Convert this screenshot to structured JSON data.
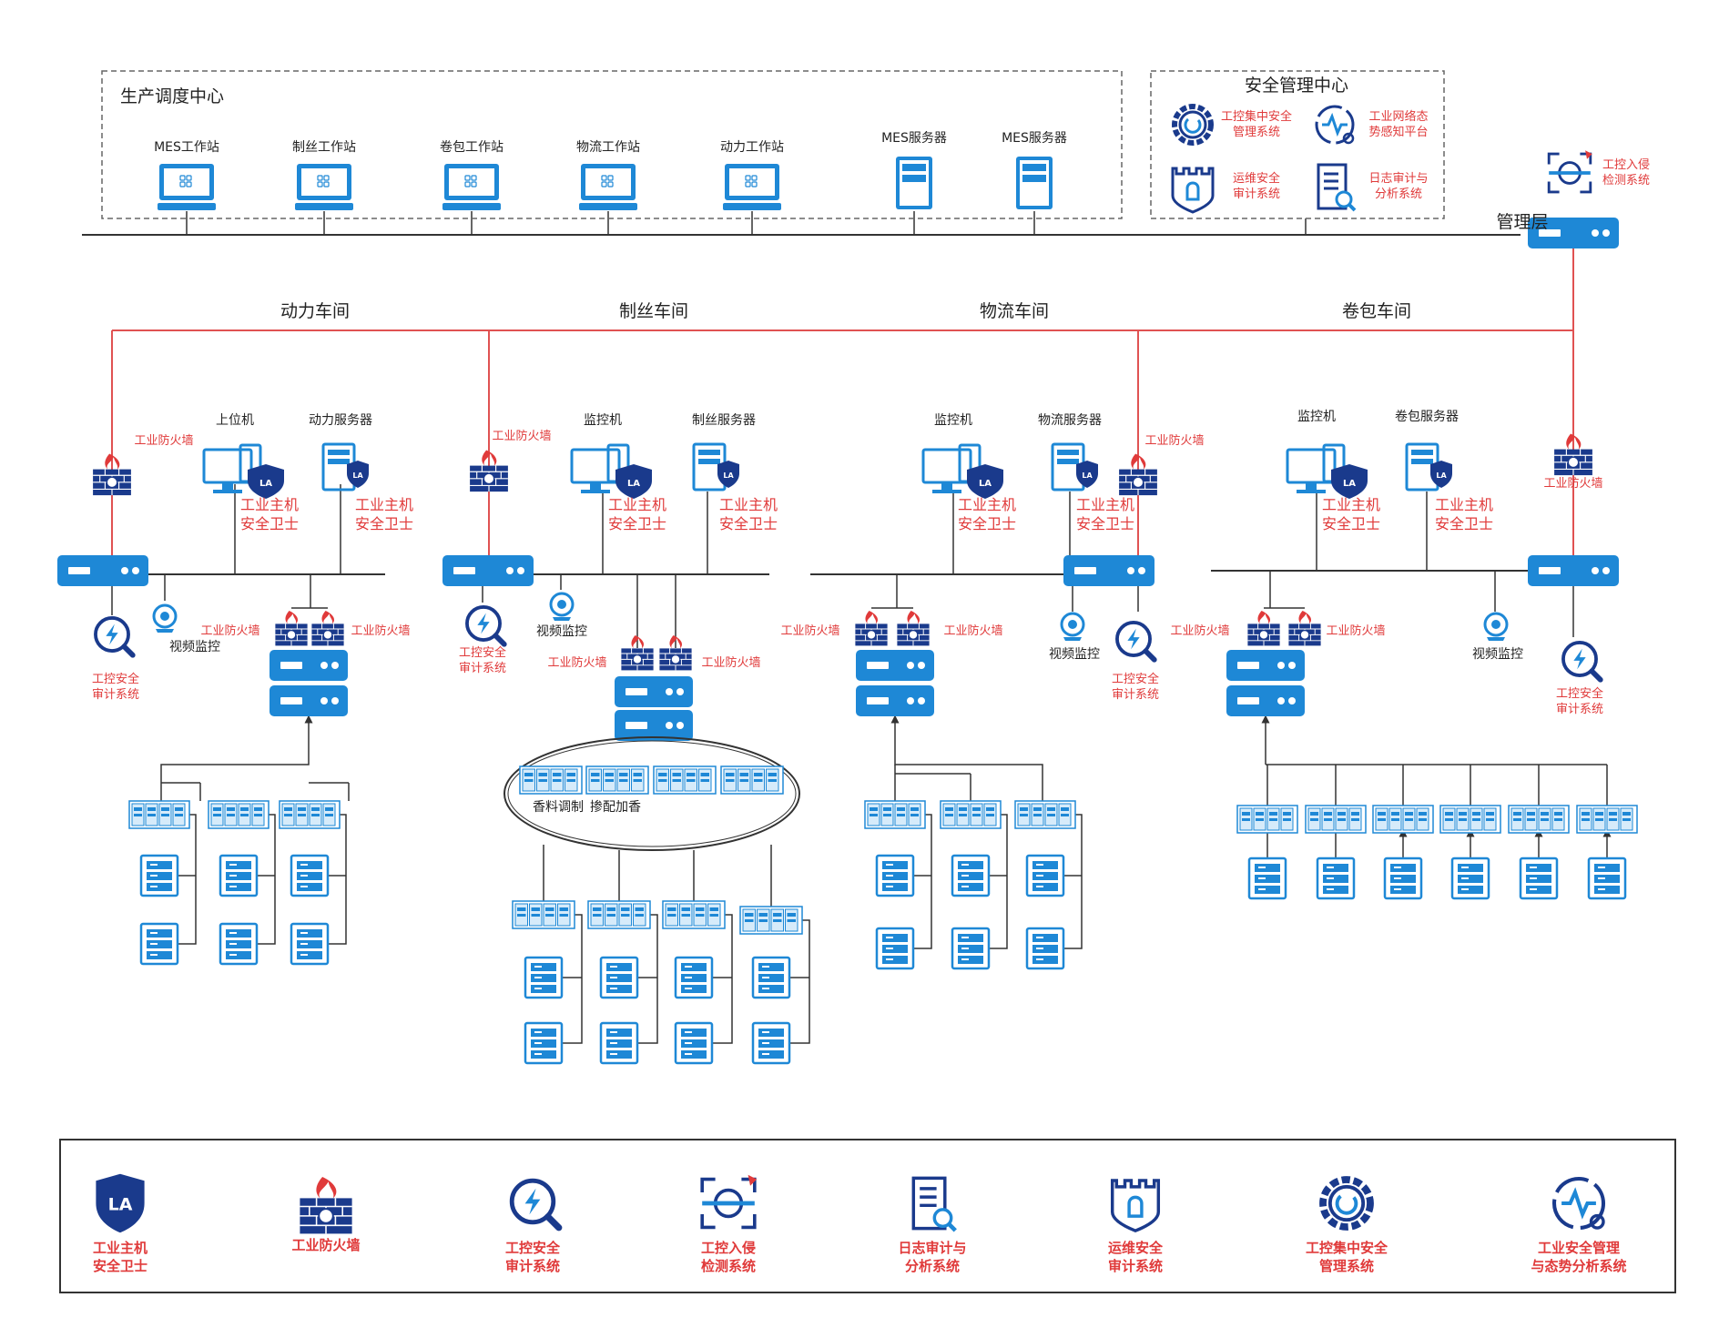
{
  "management": {
    "prod_center_title": "生产调度中心",
    "sec_center_title": "安全管理中心",
    "layer_label": "管理层",
    "workstations": [
      "MES工作站",
      "制丝工作站",
      "卷包工作站",
      "物流工作站",
      "动力工作站"
    ],
    "servers": [
      "MES服务器",
      "MES服务器"
    ],
    "sec_items": [
      [
        "工控集中安全",
        "管理系统"
      ],
      [
        "工业网络态",
        "势感知平台"
      ],
      [
        "运维安全",
        "审计系统"
      ],
      [
        "日志审计与",
        "分析系统"
      ]
    ],
    "ids": [
      "工控入侵",
      "检测系统"
    ]
  },
  "workshops": [
    {
      "title": "动力车间",
      "host": "上位机",
      "server": "动力服务器"
    },
    {
      "title": "制丝车间",
      "host": "监控机",
      "server": "制丝服务器"
    },
    {
      "title": "物流车间",
      "host": "监控机",
      "server": "物流服务器"
    },
    {
      "title": "卷包车间",
      "host": "监控机",
      "server": "卷包服务器"
    }
  ],
  "labels": {
    "firewall": "工业防火墙",
    "host_guard": [
      "工业主机",
      "安全卫士"
    ],
    "video": "视频监控",
    "audit": [
      "工控安全",
      "审计系统"
    ],
    "flavor": "香料调制",
    "blend": "掺配加香"
  },
  "legend": [
    [
      "工业主机",
      "安全卫士"
    ],
    [
      "工业防火墙"
    ],
    [
      "工控安全",
      "审计系统"
    ],
    [
      "工控入侵",
      "检测系统"
    ],
    [
      "日志审计与",
      "分析系统"
    ],
    [
      "运维安全",
      "审计系统"
    ],
    [
      "工控集中安全",
      "管理系统"
    ],
    [
      "工业安全管理",
      "与态势分析系统"
    ]
  ],
  "colors": {
    "blue": "#1e88d6",
    "navy": "#1a3a8c",
    "red": "#e03a3a",
    "line": "#333333",
    "redline": "#e05252"
  }
}
